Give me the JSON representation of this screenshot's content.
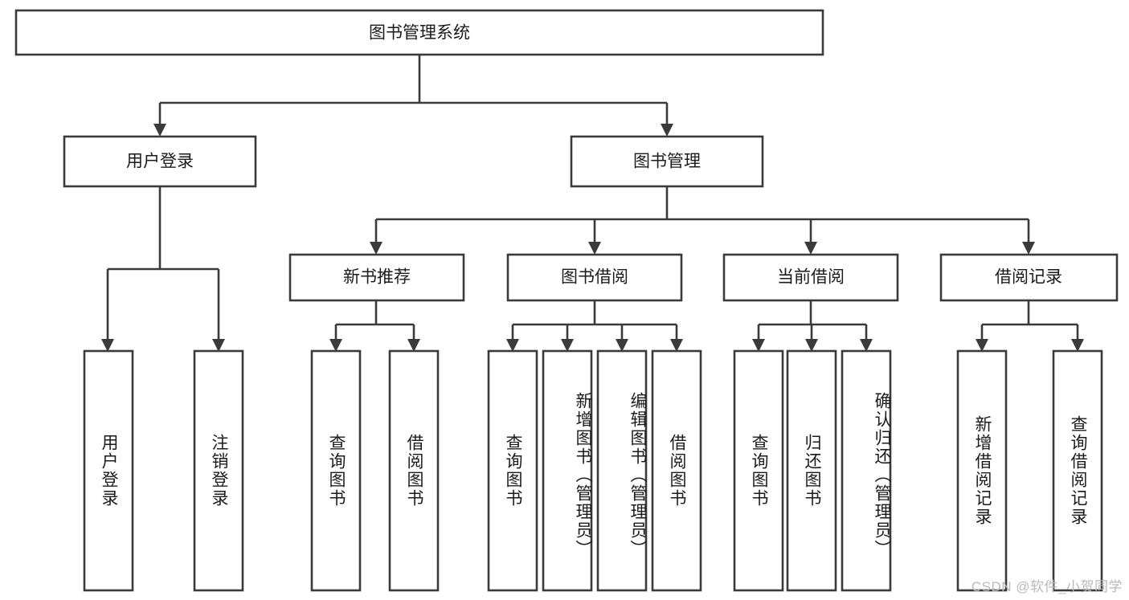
{
  "diagram": {
    "title": "图书管理系统",
    "type": "tree-hierarchy",
    "root": {
      "label": "图书管理系统"
    },
    "level2": [
      {
        "label": "用户登录"
      },
      {
        "label": "图书管理"
      }
    ],
    "level3": [
      {
        "label": "新书推荐"
      },
      {
        "label": "图书借阅"
      },
      {
        "label": "当前借阅"
      },
      {
        "label": "借阅记录"
      }
    ],
    "leaves": {
      "user_login": [
        {
          "label": "用户登录"
        },
        {
          "label": "注销登录"
        }
      ],
      "new_book_recommend": [
        {
          "label": "查询图书"
        },
        {
          "label": "借阅图书"
        }
      ],
      "book_borrow": [
        {
          "label": "查询图书"
        },
        {
          "label": "新增图书（管理员）"
        },
        {
          "label": "编辑图书（管理员）"
        },
        {
          "label": "借阅图书"
        }
      ],
      "current_borrow": [
        {
          "label": "查询图书"
        },
        {
          "label": "归还图书"
        },
        {
          "label": "确认归还（管理员）"
        }
      ],
      "borrow_record": [
        {
          "label": "新增借阅记录"
        },
        {
          "label": "查询借阅记录"
        }
      ]
    }
  },
  "watermark": {
    "text": "CSDN @软件_小贺同学"
  },
  "colors": {
    "stroke": "#3a3a3a",
    "box_fill": "#ffffff",
    "text": "#1b1b1b",
    "background": "#ffffff",
    "watermark": "#b9b9b9"
  }
}
